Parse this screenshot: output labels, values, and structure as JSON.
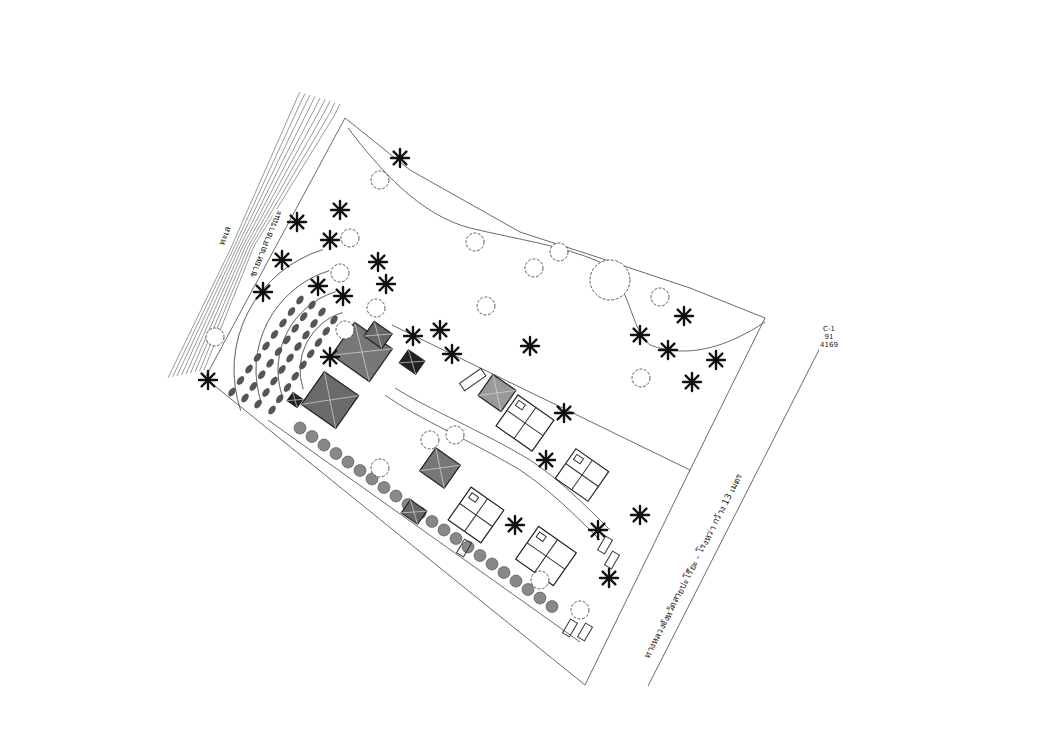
{
  "diagram": {
    "labels": [
      "ทะเล",
      "ชายหาดสาธารณะ",
      "C-1",
      "91",
      "4169",
      "ทางหลวงจังหวัดสายปะโรียะ - โรงหว่า กว้าง 13 เมตร"
    ]
  }
}
